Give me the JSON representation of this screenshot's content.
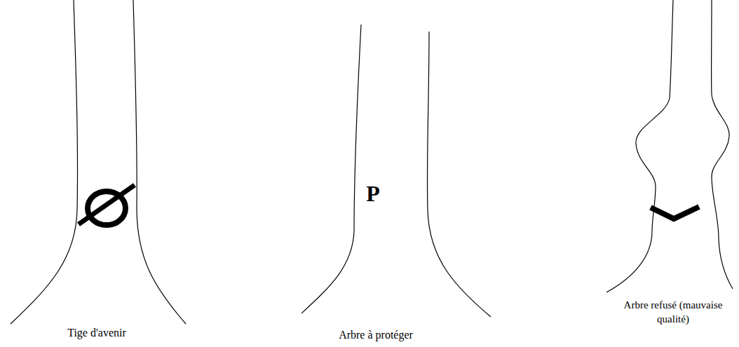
{
  "diagram": {
    "labels": [
      "Tige d'avenir",
      "P",
      "Arbre à protéger",
      "Arbre refusé (mauvaise qualité)"
    ]
  }
}
